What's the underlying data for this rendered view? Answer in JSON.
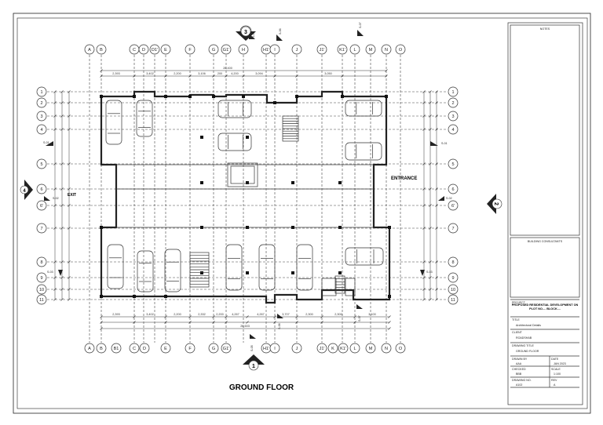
{
  "drawing": {
    "title": "GROUND FLOOR",
    "labels": {
      "entrance": "ENTRANCE",
      "exit": "EXIT"
    },
    "top_grid_labels": [
      "A",
      "B",
      "C",
      "D",
      "D1'",
      "E",
      "F",
      "G",
      "G1'",
      "H",
      "H1'",
      "I",
      "J",
      "J1'",
      "K1'",
      "L",
      "M",
      "N",
      "O"
    ],
    "bottom_grid_labels": [
      "A",
      "B",
      "B1",
      "C",
      "D",
      "E",
      "F",
      "G",
      "G1'",
      "H1'",
      "I",
      "J",
      "J1'",
      "K",
      "K1'",
      "L",
      "M",
      "N",
      "O"
    ],
    "row_labels": [
      "1",
      "2",
      "3",
      "4",
      "5",
      "6",
      "6'",
      "7",
      "8",
      "9",
      "10",
      "11"
    ],
    "markers": {
      "section_top": "3",
      "section_bottom": "1",
      "section_right": "2",
      "section_left": "4"
    },
    "section_labels": [
      "S-01",
      "S-02",
      "S-03",
      "S-04",
      "S-05",
      "S-06",
      "S-07"
    ],
    "dims_top_total": "26,400",
    "dims_top": [
      "2,393",
      "3,402",
      "2,200",
      "3,106",
      "200",
      "4,200",
      "3,094",
      "3,050"
    ],
    "dims_bottom_total": "26,603",
    "dims_bottom": [
      "2,393",
      "3,402",
      "2,200",
      "2,332",
      "2,200",
      "4,267",
      "4,267",
      "3,707",
      "2,300",
      "2,300",
      "3,100"
    ]
  },
  "title_block": {
    "notes": "NOTES",
    "consultants": "BUILDING CONSULTANTS",
    "project_label": "PROJECT",
    "project_name": "PROPOSED RESIDENTIAL DEVELOPMENT ON PLOT NO.... BLOCK....",
    "title_label": "TITLE",
    "title_value": "Architectural Details",
    "client_label": "CLIENT",
    "client_value": "ROADSHAB",
    "drawing_title_label": "DRAWING TITLE",
    "drawing_title_value": "GROUND FLOOR",
    "drawn_by_label": "DRAWN BY",
    "drawn_by_value": "AAA",
    "date_label": "DATE",
    "date_value": "JAN 2023",
    "checked_label": "CHECKED",
    "checked_value": "BBB",
    "scale_label": "SCALE",
    "scale_value": "1:100",
    "drawing_no_label": "DRAWING NO.",
    "drawing_no_value": "A102",
    "rev_label": "REV",
    "rev_value": "A"
  }
}
